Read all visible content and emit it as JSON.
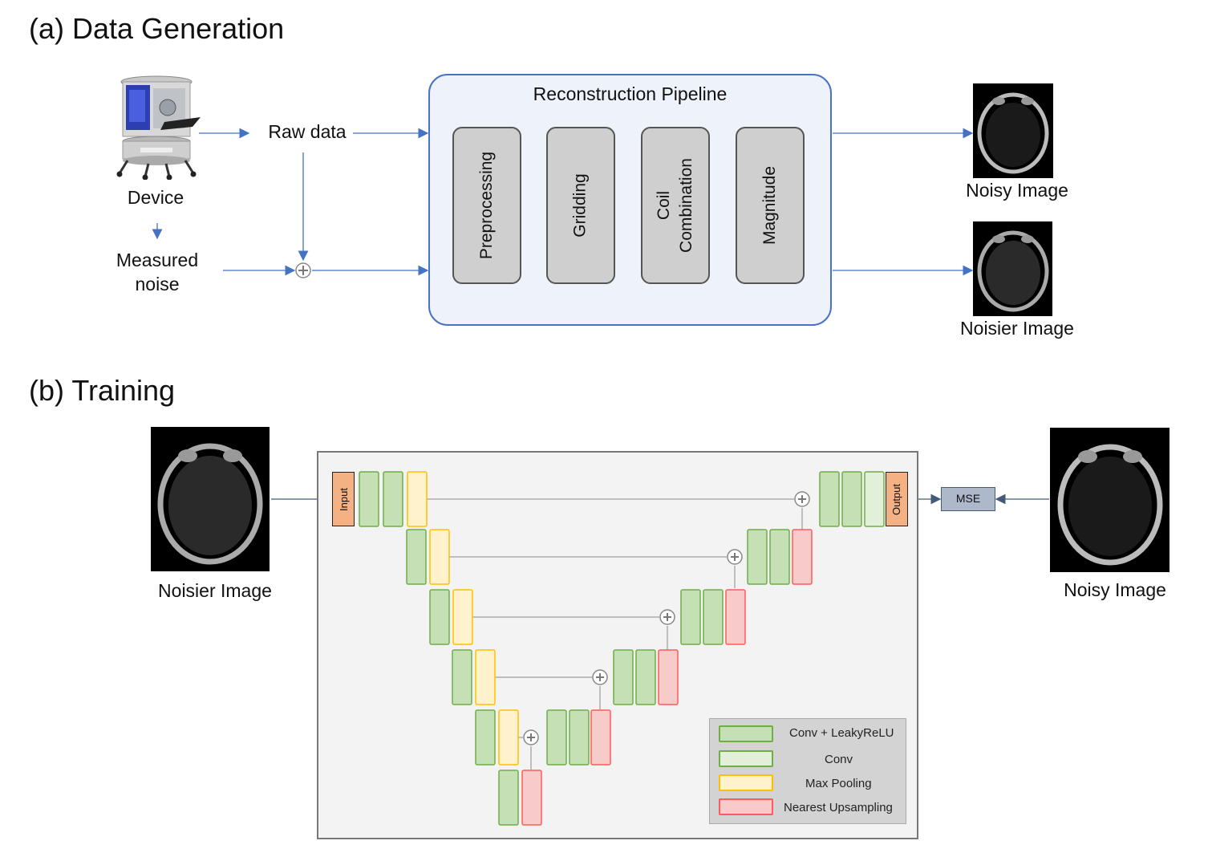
{
  "section_a": {
    "title": "(a) Data Generation"
  },
  "section_b": {
    "title": "(b) Training"
  },
  "data_generation": {
    "device_label": "Device",
    "raw_data_label": "Raw data",
    "measured_noise_label": "Measured\nnoise",
    "pipeline_title": "Reconstruction Pipeline",
    "stages": [
      "Preprocessing",
      "Gridding",
      "Coil\nCombination",
      "Magnitude"
    ],
    "noisy_image_label": "Noisy Image",
    "noisier_image_label": "Noisier Image"
  },
  "training": {
    "input_image_label": "Noisier Image",
    "target_image_label": "Noisy Image",
    "input_block": "Input",
    "output_block": "Output",
    "loss_label": "MSE",
    "legend": [
      {
        "label": "Conv + LeakyReLU",
        "fill": "#c5e0b4",
        "stroke": "#70ad47"
      },
      {
        "label": "Conv",
        "fill": "#e2f0d9",
        "stroke": "#70ad47"
      },
      {
        "label": "Max Pooling",
        "fill": "#fff2cc",
        "stroke": "#ffc000"
      },
      {
        "label": "Nearest Upsampling",
        "fill": "#f8cbcb",
        "stroke": "#ff5b5b"
      }
    ]
  },
  "colors": {
    "arrow_blue": "#4472c4",
    "input_output_block": "#f4b183",
    "mse_fill": "#adb9ca",
    "pipeline_fill": "#eef2fb",
    "pipeline_border": "#4a72c4"
  }
}
